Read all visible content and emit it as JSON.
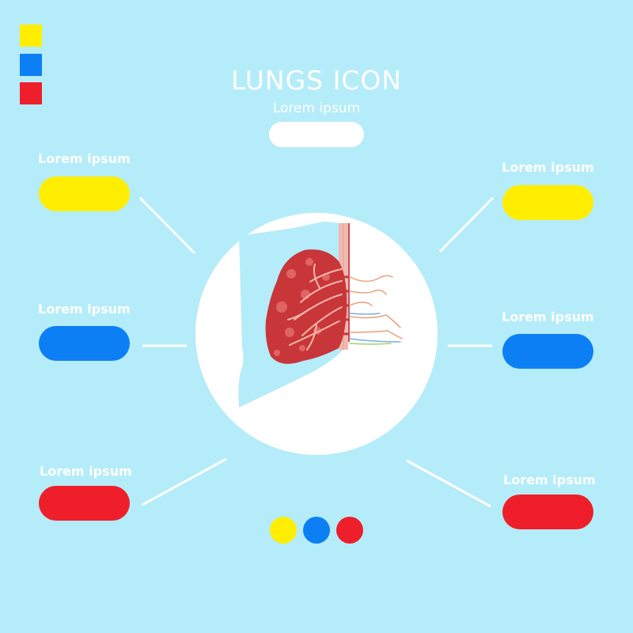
{
  "header": {
    "title": "LUNGS ICON",
    "subtitle": "Lorem ipsum"
  },
  "legend_swatches": [
    {
      "name": "yellow",
      "color": "#ffee00"
    },
    {
      "name": "blue",
      "color": "#0d7ff5"
    },
    {
      "name": "red",
      "color": "#ee1f2a"
    }
  ],
  "left_items": [
    {
      "label": "Lorem ipsum",
      "color": "#ffee00"
    },
    {
      "label": "Lorem ipsum",
      "color": "#0d7ff5"
    },
    {
      "label": "Lorem ipsum",
      "color": "#ee1f2a"
    }
  ],
  "right_items": [
    {
      "label": "Lorem ipsum",
      "color": "#ffee00"
    },
    {
      "label": "Lorem ipsum",
      "color": "#0d7ff5"
    },
    {
      "label": "Lorem ipsum",
      "color": "#ee1f2a"
    }
  ],
  "bottom_dots": [
    {
      "color": "#ffee00"
    },
    {
      "color": "#0d7ff5"
    },
    {
      "color": "#ee1f2a"
    }
  ],
  "center_icon": "lungs-icon",
  "colors": {
    "background": "#b5ecf9",
    "lung": "#c8363a",
    "white": "#ffffff"
  }
}
